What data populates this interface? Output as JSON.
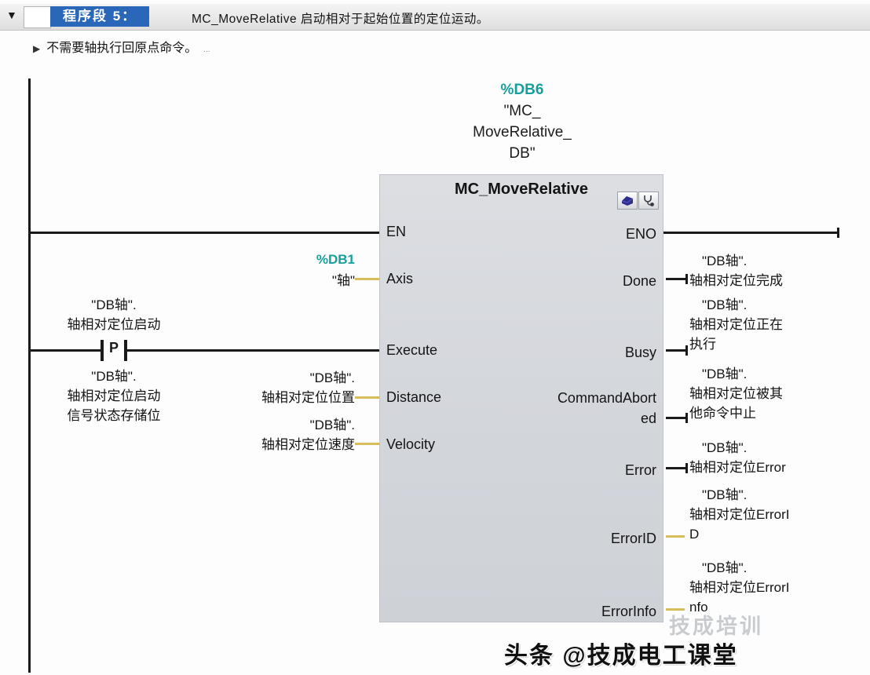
{
  "network": {
    "collapse_icon": "▼",
    "label": "程序段 5：",
    "title": "MC_MoveRelative 启动相对于起始位置的定位运动。",
    "comment_icon": "▶",
    "comment": "不需要轴执行回原点命令。",
    "comment_dots": "..."
  },
  "instance_db": {
    "address": "%DB6",
    "name_line1": "\"MC_",
    "name_line2": "MoveRelative_",
    "name_line3": "DB\""
  },
  "block": {
    "title": "MC_MoveRelative",
    "pins": {
      "en": "EN",
      "eno": "ENO",
      "axis": "Axis",
      "execute": "Execute",
      "distance": "Distance",
      "velocity": "Velocity",
      "done": "Done",
      "busy": "Busy",
      "command_aborted_l1": "CommandAbort",
      "command_aborted_l2": "ed",
      "error": "Error",
      "error_id": "ErrorID",
      "error_info": "ErrorInfo"
    }
  },
  "contact": {
    "type": "P",
    "above_l1": "\"DB轴\".",
    "above_l2": "轴相对定位启动",
    "below_l1": "\"DB轴\".",
    "below_l2": "轴相对定位启动",
    "below_l3": "信号状态存储位"
  },
  "operands": {
    "axis": {
      "db": "%DB1",
      "name": "\"轴\""
    },
    "distance": {
      "l1": "\"DB轴\".",
      "l2": "轴相对定位位置"
    },
    "velocity": {
      "l1": "\"DB轴\".",
      "l2": "轴相对定位速度"
    },
    "done": {
      "l1": "\"DB轴\".",
      "l2": "轴相对定位完成"
    },
    "busy": {
      "l1": "\"DB轴\".",
      "l2": "轴相对定位正在",
      "l3": "执行"
    },
    "command_aborted": {
      "l1": "\"DB轴\".",
      "l2": "轴相对定位被其",
      "l3": "他命令中止"
    },
    "error": {
      "l1": "\"DB轴\".",
      "l2": "轴相对定位Error"
    },
    "error_id": {
      "l1": "\"DB轴\".",
      "l2": "轴相对定位ErrorI",
      "l3": "D"
    },
    "error_info": {
      "l1": "\"DB轴\".",
      "l2": "轴相对定位ErrorI",
      "l3": "nfo"
    }
  },
  "watermark": {
    "faint": "技成培训",
    "main": "头条 @技成电工课堂"
  },
  "colors": {
    "db_teal": "#189e9b",
    "selection_blue": "#2a67b8",
    "wire_yellow": "#d9bd5a",
    "block_fill": "#d3d6db"
  }
}
